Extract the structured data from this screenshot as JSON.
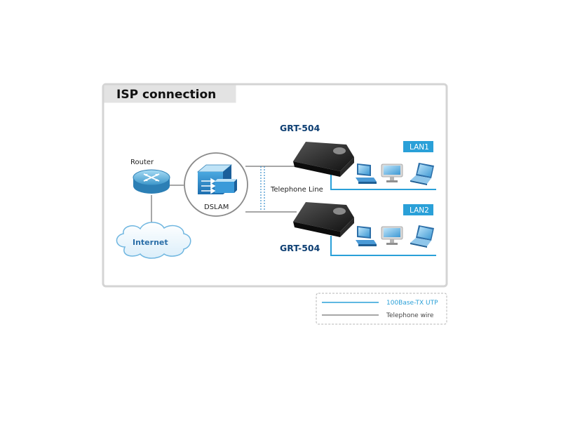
{
  "title": "ISP connection",
  "devices": {
    "modem_top_label": "GRT-504",
    "modem_bottom_label": "GRT-504",
    "router_label": "Router",
    "dslam_label": "DSLAM",
    "internet_label": "Internet",
    "telephone_line_label": "Telephone Line"
  },
  "lans": {
    "lan1_label": "LAN1",
    "lan2_label": "LAN2"
  },
  "legend": {
    "utp_label": "100Base-TX UTP",
    "telephone_label": "Telephone wire"
  },
  "colors": {
    "utp": "#2aa0d8",
    "telephone": "#8a8a8a",
    "badge": "#2aa0d8",
    "model_text": "#0e3f73"
  }
}
